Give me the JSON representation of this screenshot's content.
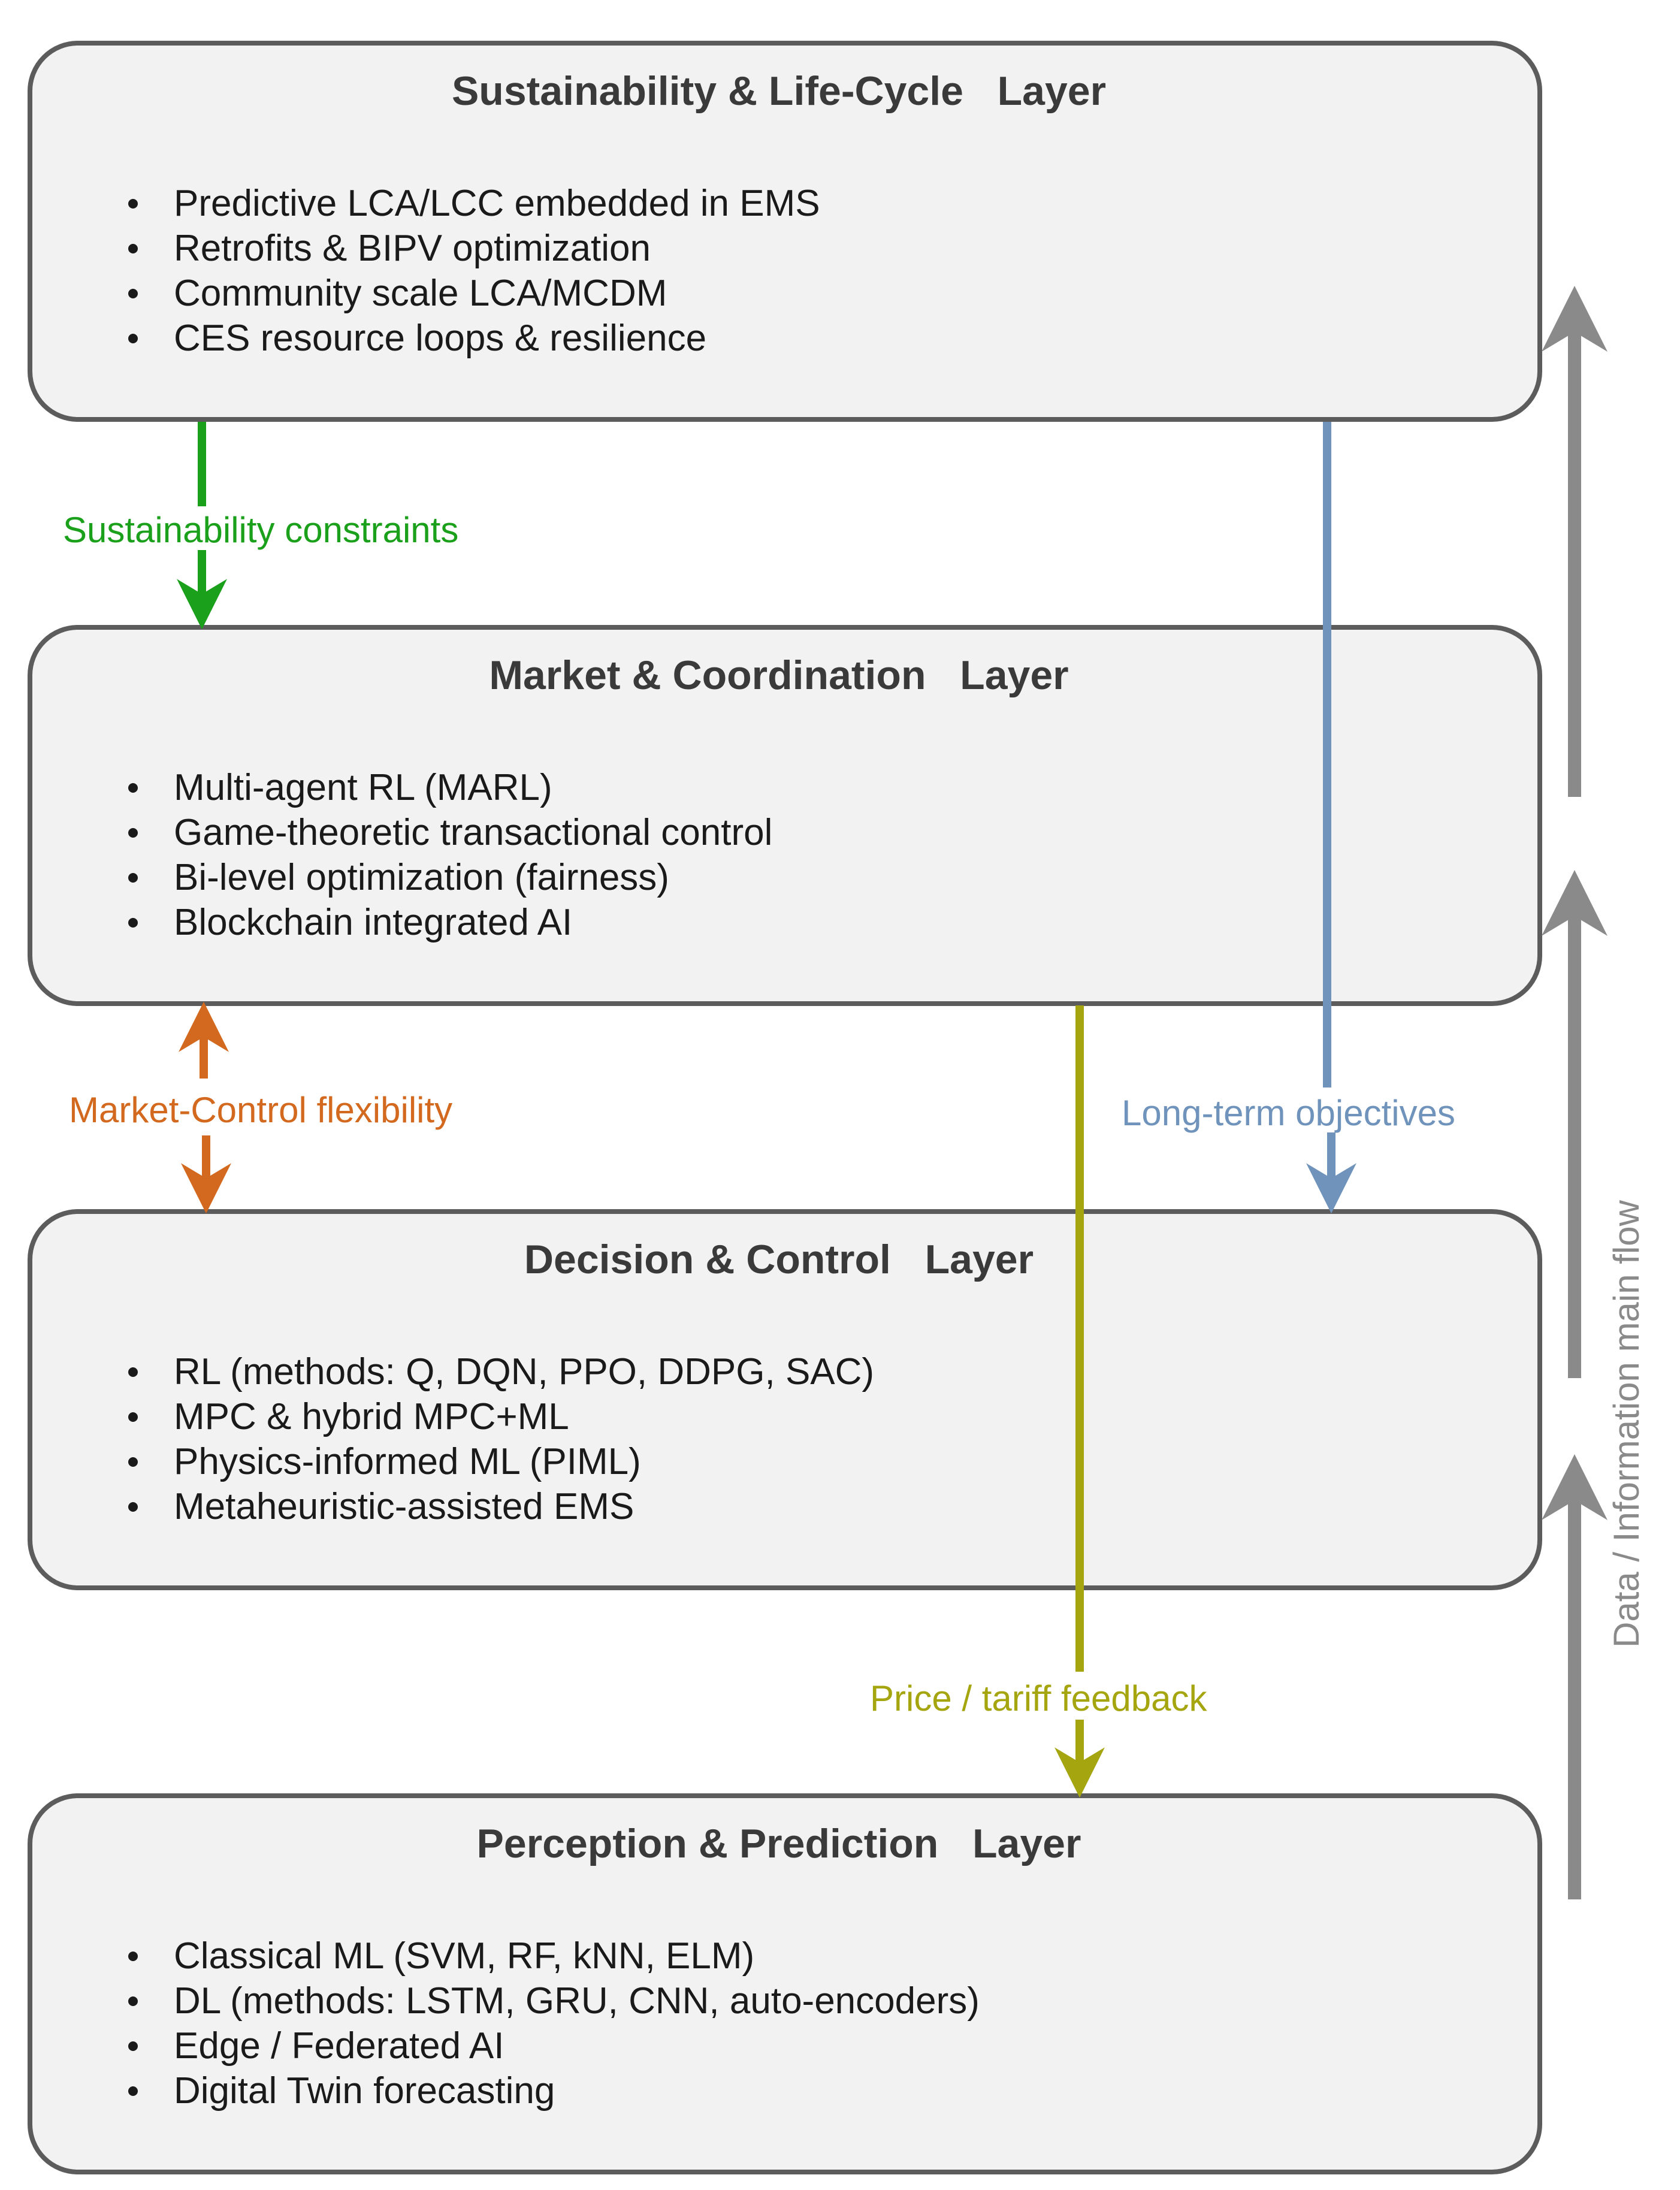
{
  "layers": [
    {
      "title": "Sustainability & Life-Cycle   Layer",
      "items": [
        "Predictive LCA/LCC embedded in EMS",
        "Retrofits & BIPV optimization",
        "Community scale LCA/MCDM",
        "CES resource loops & resilience"
      ]
    },
    {
      "title": "Market & Coordination   Layer",
      "items": [
        "Multi-agent RL (MARL)",
        "Game-theoretic transactional control",
        "Bi-level optimization (fairness)",
        "Blockchain integrated AI"
      ]
    },
    {
      "title": "Decision & Control   Layer",
      "items": [
        "RL (methods: Q, DQN, PPO, DDPG, SAC)",
        "MPC & hybrid MPC+ML",
        "Physics-informed ML (PIML)",
        "Metaheuristic-assisted EMS"
      ]
    },
    {
      "title": "Perception & Prediction   Layer",
      "items": [
        "Classical ML (SVM, RF, kNN, ELM)",
        "DL (methods: LSTM, GRU, CNN, auto-encoders)",
        "Edge / Federated AI",
        "Digital Twin forecasting"
      ]
    }
  ],
  "flows": {
    "sustainability_constraints": "Sustainability constraints",
    "market_control_flexibility": "Market-Control flexibility",
    "long_term_objectives": "Long-term objectives",
    "price_tariff_feedback": "Price / tariff feedback",
    "main_flow": "Data / Information main flow"
  },
  "colors": {
    "green": "#1aa01a",
    "orange": "#d2691e",
    "blue": "#6f93bb",
    "olive": "#a5a510",
    "gray": "#8a8a8a",
    "box_fill": "#f2f2f2",
    "box_stroke": "#5c5c5c"
  }
}
